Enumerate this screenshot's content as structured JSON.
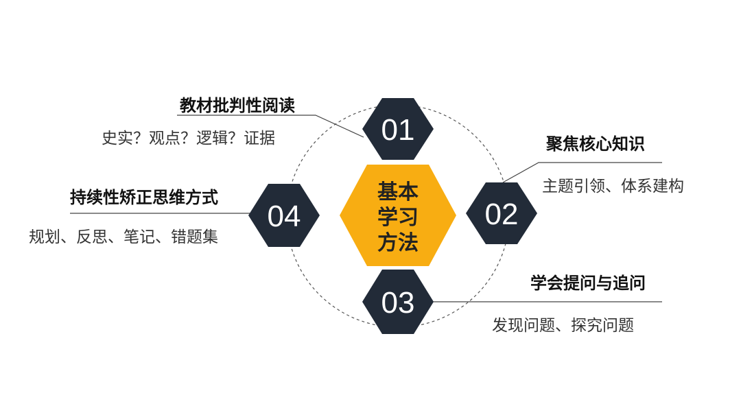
{
  "center": {
    "lines": [
      "基本",
      "学习",
      "方法"
    ]
  },
  "items": [
    {
      "number": "01",
      "title": "教材批判性阅读",
      "subtitle": "史实？观点？逻辑？证据"
    },
    {
      "number": "02",
      "title": "聚焦核心知识",
      "subtitle": "主题引领、体系建构"
    },
    {
      "number": "03",
      "title": "学会提问与追问",
      "subtitle": "发现问题、探究问题"
    },
    {
      "number": "04",
      "title": "持续性矫正思维方式",
      "subtitle": "规划、反思、笔记、错题集"
    }
  ],
  "colors": {
    "hex_dark": "#222b38",
    "hex_accent": "#f8ad12",
    "text_dark": "#111111",
    "line": "#555555"
  }
}
